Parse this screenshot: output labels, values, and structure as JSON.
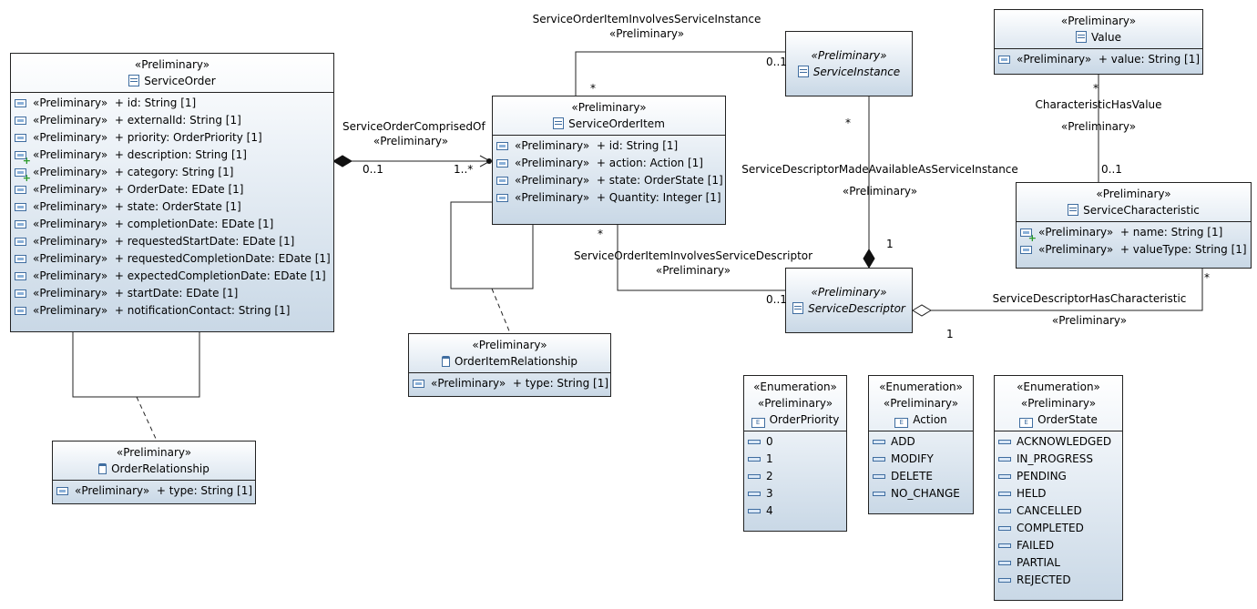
{
  "stereotypes": {
    "preliminary": "«Preliminary»",
    "enumeration": "«Enumeration»"
  },
  "classes": {
    "service_order": {
      "name": "ServiceOrder",
      "attributes": [
        {
          "stereotype": "«Preliminary»",
          "text": "+ id: String [1]"
        },
        {
          "stereotype": "«Preliminary»",
          "text": "+ externalId: String [1]"
        },
        {
          "stereotype": "«Preliminary»",
          "text": "+ priority: OrderPriority [1]"
        },
        {
          "stereotype": "«Preliminary»",
          "text": "+ description: String [1]"
        },
        {
          "stereotype": "«Preliminary»",
          "text": "+ category: String [1]"
        },
        {
          "stereotype": "«Preliminary»",
          "text": "+ OrderDate: EDate [1]"
        },
        {
          "stereotype": "«Preliminary»",
          "text": "+ state: OrderState [1]"
        },
        {
          "stereotype": "«Preliminary»",
          "text": "+ completionDate: EDate [1]"
        },
        {
          "stereotype": "«Preliminary»",
          "text": "+ requestedStartDate: EDate [1]"
        },
        {
          "stereotype": "«Preliminary»",
          "text": "+ requestedCompletionDate: EDate [1]"
        },
        {
          "stereotype": "«Preliminary»",
          "text": "+ expectedCompletionDate: EDate [1]"
        },
        {
          "stereotype": "«Preliminary»",
          "text": "+ startDate: EDate [1]"
        },
        {
          "stereotype": "«Preliminary»",
          "text": "+ notificationContact: String [1]"
        }
      ]
    },
    "service_order_item": {
      "name": "ServiceOrderItem",
      "attributes": [
        {
          "stereotype": "«Preliminary»",
          "text": "+ id: String [1]"
        },
        {
          "stereotype": "«Preliminary»",
          "text": "+ action: Action [1]"
        },
        {
          "stereotype": "«Preliminary»",
          "text": "+ state: OrderState [1]"
        },
        {
          "stereotype": "«Preliminary»",
          "text": "+ Quantity: Integer [1]"
        }
      ]
    },
    "service_instance": {
      "name": "ServiceInstance"
    },
    "service_descriptor": {
      "name": "ServiceDescriptor"
    },
    "value": {
      "name": "Value",
      "attributes": [
        {
          "stereotype": "«Preliminary»",
          "text": "+ value: String [1]"
        }
      ]
    },
    "service_characteristic": {
      "name": "ServiceCharacteristic",
      "attributes": [
        {
          "stereotype": "«Preliminary»",
          "text": "+ name: String [1]"
        },
        {
          "stereotype": "«Preliminary»",
          "text": "+ valueType: String [1]"
        }
      ]
    },
    "order_item_relationship": {
      "name": "OrderItemRelationship",
      "attributes": [
        {
          "stereotype": "«Preliminary»",
          "text": "+ type: String [1]"
        }
      ]
    },
    "order_relationship": {
      "name": "OrderRelationship",
      "attributes": [
        {
          "stereotype": "«Preliminary»",
          "text": "+ type: String [1]"
        }
      ]
    }
  },
  "enumerations": {
    "order_priority": {
      "name": "OrderPriority",
      "literals": [
        "0",
        "1",
        "2",
        "3",
        "4"
      ]
    },
    "action": {
      "name": "Action",
      "literals": [
        "ADD",
        "MODIFY",
        "DELETE",
        "NO_CHANGE"
      ]
    },
    "order_state": {
      "name": "OrderState",
      "literals": [
        "ACKNOWLEDGED",
        "IN_PROGRESS",
        "PENDING",
        "HELD",
        "CANCELLED",
        "COMPLETED",
        "FAILED",
        "PARTIAL",
        "REJECTED"
      ]
    }
  },
  "associations": {
    "comprised_of": {
      "name": "ServiceOrderComprisedOf",
      "stereotype": "«Preliminary»",
      "source_mult": "0..1",
      "target_mult": "1..*"
    },
    "involves_instance": {
      "name": "ServiceOrderItemInvolvesServiceInstance",
      "stereotype": "«Preliminary»",
      "item_mult": "*",
      "instance_mult": "0..1"
    },
    "involves_descriptor": {
      "name": "ServiceOrderItemInvolvesServiceDescriptor",
      "stereotype": "«Preliminary»",
      "item_mult": "*",
      "descriptor_mult": "0..1"
    },
    "made_available": {
      "name": "ServiceDescriptorMadeAvailableAsServiceInstance",
      "stereotype": "«Preliminary»",
      "instance_mult": "*",
      "descriptor_mult": "1"
    },
    "has_characteristic": {
      "name": "ServiceDescriptorHasCharacteristic",
      "stereotype": "«Preliminary»",
      "char_mult": "*",
      "descriptor_mult": "1"
    },
    "has_value": {
      "name": "CharacteristicHasValue",
      "stereotype": "«Preliminary»",
      "value_mult": "*",
      "char_mult": "0..1"
    }
  }
}
